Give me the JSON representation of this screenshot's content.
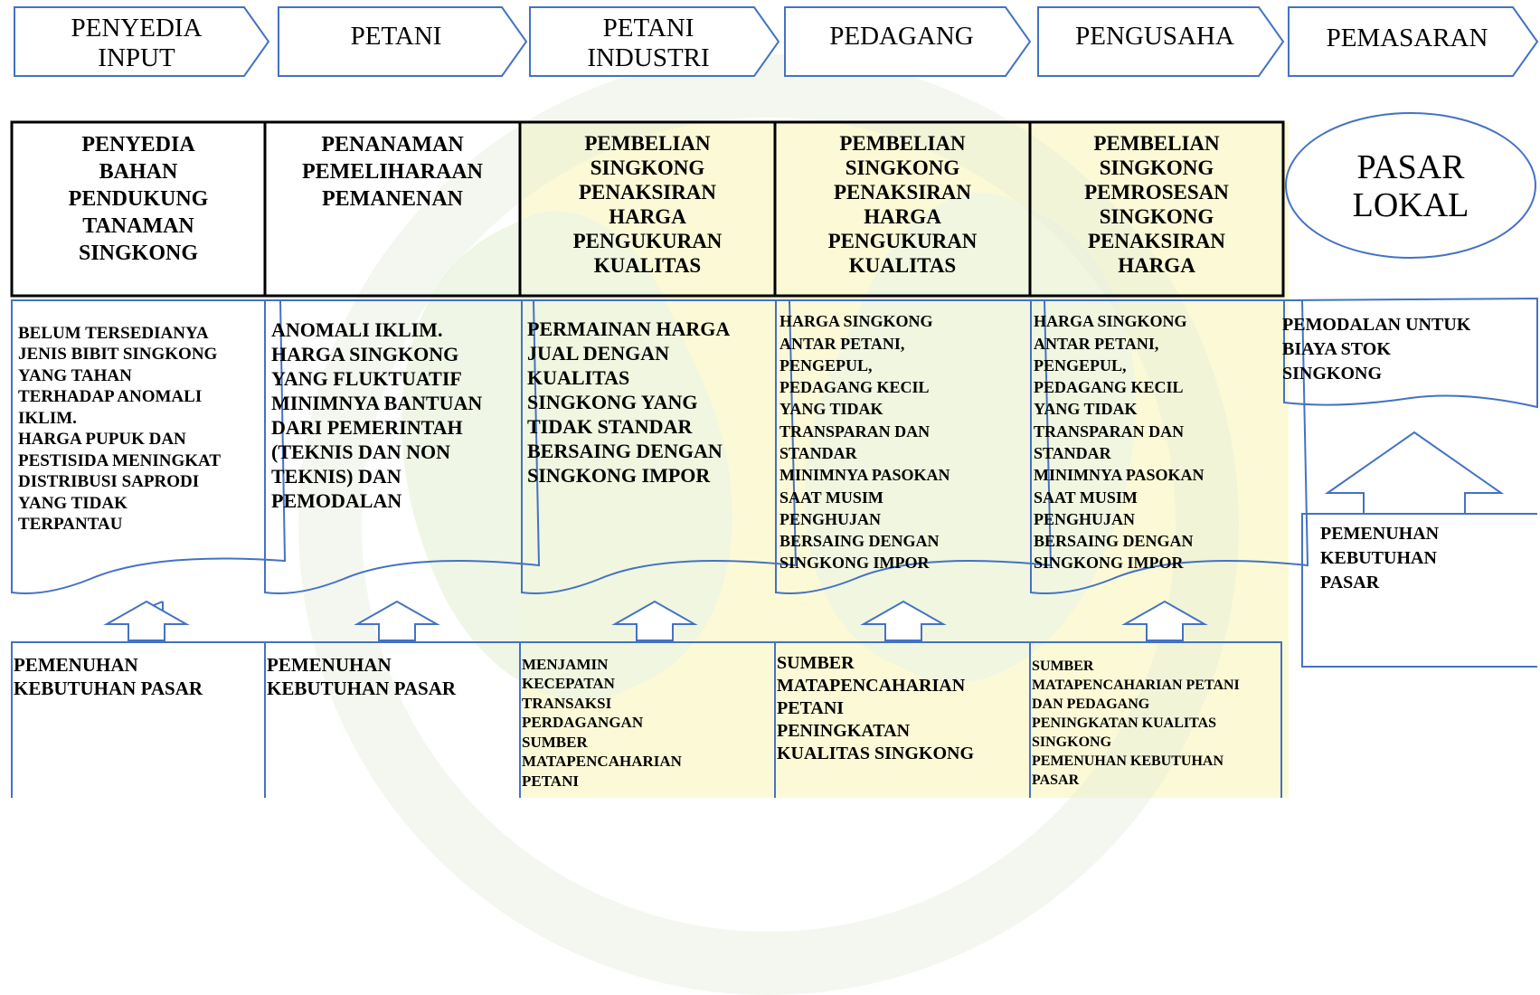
{
  "chain_headers": [
    {
      "line1": "PENYEDIA",
      "line2": "INPUT"
    },
    {
      "line1": "PETANI",
      "line2": ""
    },
    {
      "line1": "PETANI",
      "line2": "INDUSTRI"
    },
    {
      "line1": "PEDAGANG",
      "line2": ""
    },
    {
      "line1": "PENGUSAHA",
      "line2": ""
    },
    {
      "line1": "PEMASARAN",
      "line2": ""
    }
  ],
  "activities": [
    {
      "lines": [
        "PENYEDIA",
        "BAHAN",
        "PENDUKUNG",
        "TANAMAN",
        "SINGKONG"
      ]
    },
    {
      "lines": [
        "PENANAMAN",
        "PEMELIHARAAN",
        "PEMANENAN"
      ]
    },
    {
      "lines": [
        "PEMBELIAN",
        "SINGKONG",
        "PENAKSIRAN",
        "HARGA",
        "PENGUKURAN",
        "KUALITAS"
      ]
    },
    {
      "lines": [
        "PEMBELIAN",
        "SINGKONG",
        "PENAKSIRAN",
        "HARGA",
        "PENGUKURAN",
        "KUALITAS"
      ]
    },
    {
      "lines": [
        "PEMBELIAN",
        "SINGKONG",
        "PEMROSESAN",
        "SINGKONG",
        "PENAKSIRAN",
        "HARGA"
      ]
    }
  ],
  "market": {
    "line1": "PASAR",
    "line2": "LOKAL"
  },
  "problems": [
    {
      "lines": [
        "BELUM TERSEDIANYA",
        "JENIS BIBIT SINGKONG",
        "YANG TAHAN",
        "TERHADAP ANOMALI",
        "IKLIM.",
        "HARGA PUPUK DAN",
        "PESTISIDA MENINGKAT",
        "DISTRIBUSI SAPRODI",
        "YANG TIDAK",
        "TERPANTAU"
      ]
    },
    {
      "lines": [
        "ANOMALI IKLIM.",
        "HARGA SINGKONG",
        "YANG FLUKTUATIF",
        "MINIMNYA BANTUAN",
        "DARI PEMERINTAH",
        "(TEKNIS DAN NON",
        "TEKNIS) DAN",
        "PEMODALAN"
      ]
    },
    {
      "lines": [
        "PERMAINAN HARGA",
        "JUAL DENGAN",
        "KUALITAS",
        "SINGKONG YANG",
        "TIDAK STANDAR",
        "BERSAING DENGAN",
        "SINGKONG IMPOR"
      ]
    },
    {
      "lines": [
        "HARGA SINGKONG",
        "ANTAR PETANI,",
        "PENGEPUL,",
        "PEDAGANG KECIL",
        "YANG TIDAK",
        "TRANSPARAN DAN",
        "STANDAR",
        "MINIMNYA PASOKAN",
        "SAAT MUSIM",
        "PENGHUJAN",
        "BERSAING DENGAN",
        "SINGKONG IMPOR"
      ]
    },
    {
      "lines": [
        "HARGA SINGKONG",
        "ANTAR PETANI,",
        "PENGEPUL,",
        "PEDAGANG KECIL",
        "YANG TIDAK",
        "TRANSPARAN DAN",
        "STANDAR",
        "MINIMNYA PASOKAN",
        "SAAT MUSIM",
        "PENGHUJAN",
        "BERSAING DENGAN",
        "SINGKONG IMPOR"
      ]
    },
    {
      "lines": [
        "PEMODALAN UNTUK",
        "BIAYA STOK",
        "SINGKONG"
      ]
    }
  ],
  "market_benefit": {
    "lines": [
      "PEMENUHAN",
      "KEBUTUHAN",
      "PASAR"
    ]
  },
  "benefits": [
    {
      "lines": [
        "PEMENUHAN",
        "KEBUTUHAN PASAR"
      ]
    },
    {
      "lines": [
        "PEMENUHAN",
        "KEBUTUHAN PASAR"
      ]
    },
    {
      "lines": [
        "MENJAMIN",
        "KECEPATAN",
        "TRANSAKSI",
        "PERDAGANGAN",
        "SUMBER",
        "MATAPENCAHARIAN",
        "PETANI"
      ]
    },
    {
      "lines": [
        "SUMBER",
        "MATAPENCAHARIAN",
        "PETANI",
        "PENINGKATAN",
        "KUALITAS SINGKONG"
      ]
    },
    {
      "lines": [
        "SUMBER",
        "MATAPENCAHARIAN PETANI",
        "DAN PEDAGANG",
        "PENINGKATAN KUALITAS",
        "SINGKONG",
        "PEMENUHAN KEBUTUHAN",
        "PASAR"
      ]
    }
  ],
  "colors": {
    "outline_blue": "#4472c4",
    "box_black": "#000000",
    "highlight_yellow": "#fdfbd0",
    "watermark_green": "#e8f1df",
    "watermark_yellow": "#f7f1c4"
  }
}
